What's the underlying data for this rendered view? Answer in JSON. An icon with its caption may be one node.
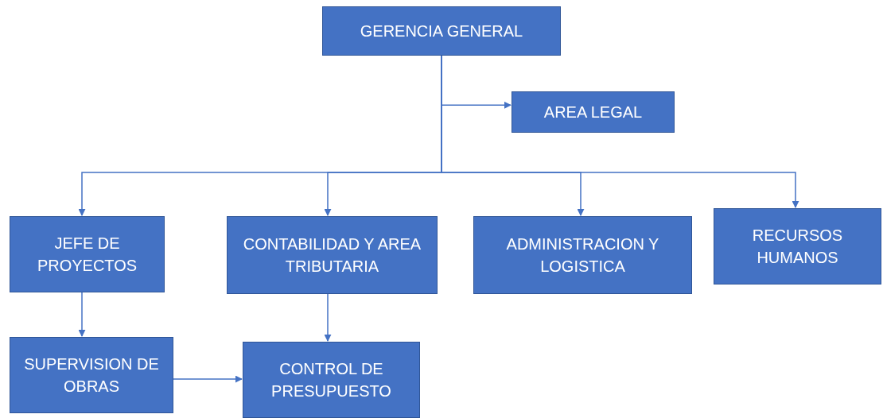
{
  "diagram": {
    "nodes": [
      {
        "text": [
          "GERENCIA GENERAL"
        ]
      },
      {
        "text": [
          "AREA LEGAL"
        ]
      },
      {
        "text": [
          "JEFE DE PROYECTOS"
        ]
      },
      {
        "text": [
          "CONTABILIDAD Y AREA TRIBUTARIA"
        ]
      },
      {
        "text": [
          "ADMINISTRACION Y LOGISTICA"
        ]
      },
      {
        "text": [
          "RECURSOS HUMANOS"
        ]
      },
      {
        "text": [
          "SUPERVISION DE OBRAS"
        ]
      },
      {
        "text": [
          "CONTROL DE PRESUPUESTO"
        ]
      }
    ],
    "edges": [
      {
        "from": 0,
        "to": 1,
        "arrow": "to"
      },
      {
        "from": 0,
        "to": 2,
        "arrow": "to"
      },
      {
        "from": 0,
        "to": 3,
        "arrow": "to"
      },
      {
        "from": 0,
        "to": 4,
        "arrow": "to"
      },
      {
        "from": 0,
        "to": 5,
        "arrow": "to"
      },
      {
        "from": 2,
        "to": 6,
        "arrow": "to"
      },
      {
        "from": 3,
        "to": 7,
        "arrow": "to"
      },
      {
        "from": 6,
        "to": 7,
        "arrow": "to"
      }
    ]
  }
}
